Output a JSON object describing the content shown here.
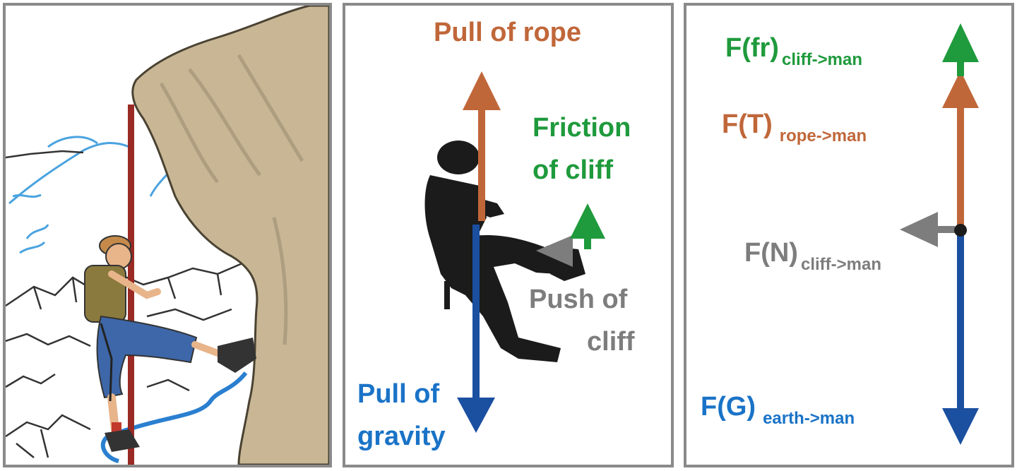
{
  "colors": {
    "rope_force": "#c0673a",
    "friction": "#1f9a3c",
    "normal": "#7d7d7d",
    "gravity": "#1b4fa0",
    "gravity_label": "#1a73c7",
    "cliff": "#c8b695",
    "rope": "#9a2a24",
    "silhouette": "#1b1b1b"
  },
  "scene": {
    "climber_icon": "rock-climber-icon"
  },
  "forces_panel": {
    "pull_of_rope": "Pull of rope",
    "friction_line1": "Friction",
    "friction_line2": "of cliff",
    "push_line1": "Push of",
    "push_line2": "cliff",
    "gravity_line1": "Pull of",
    "gravity_line2": "gravity"
  },
  "fbd_panel": {
    "friction": {
      "main": "F(fr)",
      "sub": "cliff->man"
    },
    "tension": {
      "main": "F(T)",
      "sub": "rope->man"
    },
    "normal": {
      "main": "F(N)",
      "sub": "cliff->man"
    },
    "gravity": {
      "main": "F(G)",
      "sub": "earth->man"
    }
  }
}
